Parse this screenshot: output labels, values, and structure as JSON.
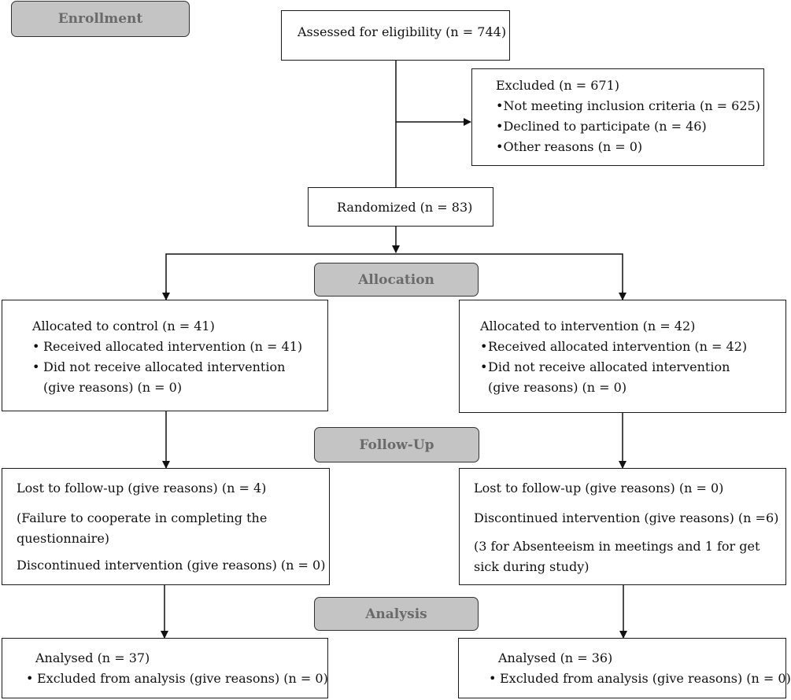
{
  "stages": {
    "enrollment": "Enrollment",
    "allocation": "Allocation",
    "follow_up": "Follow-Up",
    "analysis": "Analysis"
  },
  "assessed": "Assessed for eligibility (n = 744)",
  "excluded": {
    "title": "Excluded (n = 671)",
    "items": [
      "Not meeting inclusion criteria (n = 625)",
      "Declined to participate (n = 46)",
      "Other reasons (n = 0)"
    ]
  },
  "randomized": "Randomized (n = 83)",
  "allocation": {
    "control": {
      "title": "Allocated to control (n = 41)",
      "items": [
        "Received allocated intervention (n = 41)",
        "Did not receive allocated intervention (give reasons) (n = 0)"
      ]
    },
    "intervention": {
      "title": "Allocated to intervention (n = 42)",
      "items": [
        "Received allocated intervention (n = 42)",
        "Did not receive allocated intervention (give reasons) (n = 0)"
      ]
    }
  },
  "follow_up": {
    "control": {
      "lost": "Lost to follow-up (give reasons) (n = 4)",
      "lost_reason": "(Failure to cooperate in completing the questionnaire)",
      "discontinued": "Discontinued intervention (give reasons) (n = 0)"
    },
    "intervention": {
      "lost": "Lost to follow-up (give reasons) (n = 0)",
      "discontinued": "Discontinued intervention (give reasons) (n =6)",
      "discontinued_reason": "(3 for Absenteeism in meetings and 1 for get sick during study)"
    }
  },
  "analysis": {
    "control": {
      "title": "Analysed (n = 37)",
      "items": [
        "Excluded from analysis (give reasons) (n = 0)"
      ]
    },
    "intervention": {
      "title": "Analysed (n = 36)",
      "items": [
        "Excluded from analysis (give reasons) (n = 0)"
      ]
    }
  }
}
